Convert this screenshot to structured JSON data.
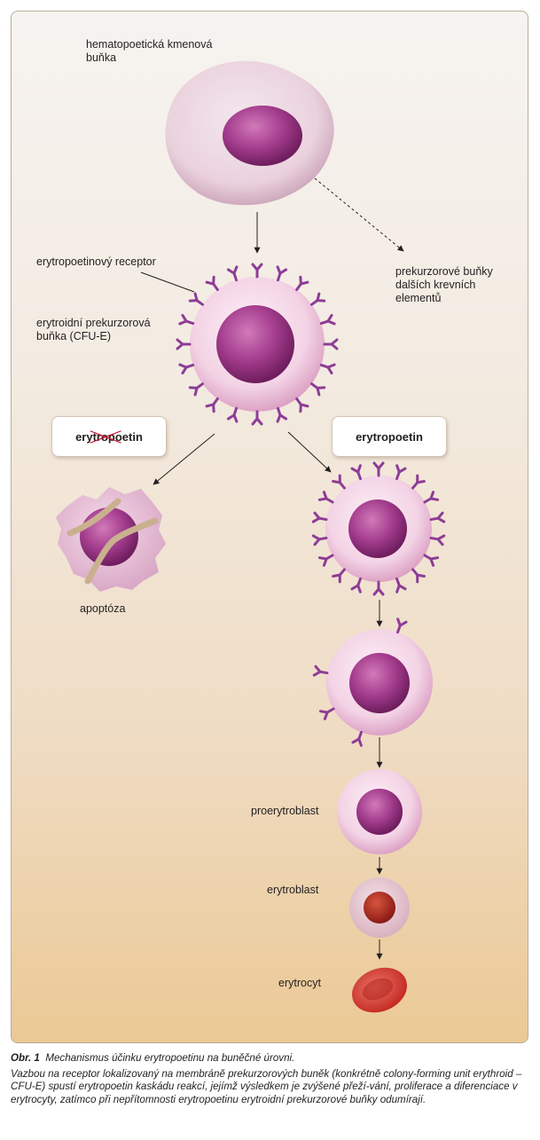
{
  "labels": {
    "stem_cell": "hematopoetická kmenová\nbuňka",
    "receptor": "erytropoetinový receptor",
    "precursor": "erytroidní prekurzorová\nbuňka (CFU-E)",
    "other_precursors": "prekurzorové buňky\ndalších krevních\nelementů",
    "apoptosis": "apoptóza",
    "proerythroblast": "proerytroblast",
    "erythroblast": "erytroblast",
    "erythrocyte": "erytrocyt"
  },
  "boxes": {
    "absent": {
      "prefix": "eryt",
      "crossed": "ropoe",
      "suffix": "tin"
    },
    "present": "erytropoetin"
  },
  "caption": {
    "figure_no": "Obr. 1",
    "title": "Mechanismus účinku erytropoetinu na buněčné úrovni.",
    "body": "Vazbou na receptor lokalizovaný na membráně prekurzorových buněk (konkrétně colony-forming unit erythroid – CFU-E) spustí erytropoetin kaskádu reakcí, jejímž výsledkem je zvýšené přeží-vání, proliferace a diferenciace v erytrocyty, zatímco při nepřítomnosti erytropoetinu erytroidní prekurzorové buňky odumírají."
  },
  "colors": {
    "receptor": "#8e3d96",
    "nucleus": "#a43d8e",
    "membrane": "#eec6df",
    "erythrocyte": "#d8352e",
    "cross": "#c8102e"
  }
}
